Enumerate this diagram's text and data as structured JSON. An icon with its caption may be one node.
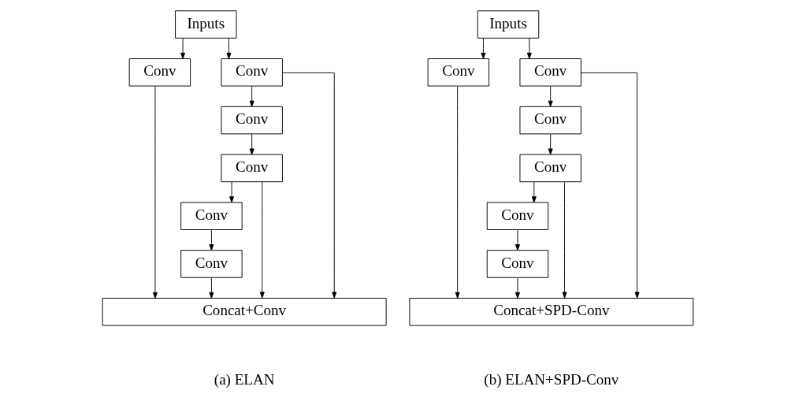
{
  "diagram": {
    "nodes": [
      {
        "text": [
          "Inputs"
        ]
      },
      {
        "text": [
          "Conv"
        ]
      },
      {
        "text": [
          "Conv"
        ]
      },
      {
        "text": [
          "Conv"
        ]
      },
      {
        "text": [
          "Conv"
        ]
      },
      {
        "text": [
          "Conv"
        ]
      },
      {
        "text": [
          "Conv"
        ]
      },
      {
        "text": [
          "Concat+Conv"
        ]
      },
      {
        "text": [
          "Inputs"
        ]
      },
      {
        "text": [
          "Conv"
        ]
      },
      {
        "text": [
          "Conv"
        ]
      },
      {
        "text": [
          "Conv"
        ]
      },
      {
        "text": [
          "Conv"
        ]
      },
      {
        "text": [
          "Conv"
        ]
      },
      {
        "text": [
          "Conv"
        ]
      },
      {
        "text": [
          "Concat+SPD-Conv"
        ]
      }
    ],
    "edges": [
      {
        "from": 0,
        "to": 1,
        "arrow": "to"
      },
      {
        "from": 0,
        "to": 2,
        "arrow": "to"
      },
      {
        "from": 2,
        "to": 3,
        "arrow": "to"
      },
      {
        "from": 3,
        "to": 4,
        "arrow": "to"
      },
      {
        "from": 4,
        "to": 5,
        "arrow": "to"
      },
      {
        "from": 5,
        "to": 6,
        "arrow": "to"
      },
      {
        "from": 1,
        "to": 7,
        "arrow": "to"
      },
      {
        "from": 2,
        "to": 7,
        "arrow": "to"
      },
      {
        "from": 4,
        "to": 7,
        "arrow": "to"
      },
      {
        "from": 6,
        "to": 7,
        "arrow": "to"
      },
      {
        "from": 8,
        "to": 9,
        "arrow": "to"
      },
      {
        "from": 8,
        "to": 10,
        "arrow": "to"
      },
      {
        "from": 10,
        "to": 11,
        "arrow": "to"
      },
      {
        "from": 11,
        "to": 12,
        "arrow": "to"
      },
      {
        "from": 12,
        "to": 13,
        "arrow": "to"
      },
      {
        "from": 13,
        "to": 14,
        "arrow": "to"
      },
      {
        "from": 9,
        "to": 15,
        "arrow": "to"
      },
      {
        "from": 10,
        "to": 15,
        "arrow": "to"
      },
      {
        "from": 12,
        "to": 15,
        "arrow": "to"
      },
      {
        "from": 14,
        "to": 15,
        "arrow": "to"
      }
    ],
    "labels": [
      "(a) ELAN",
      "(b) ELAN+SPD-Conv"
    ]
  }
}
